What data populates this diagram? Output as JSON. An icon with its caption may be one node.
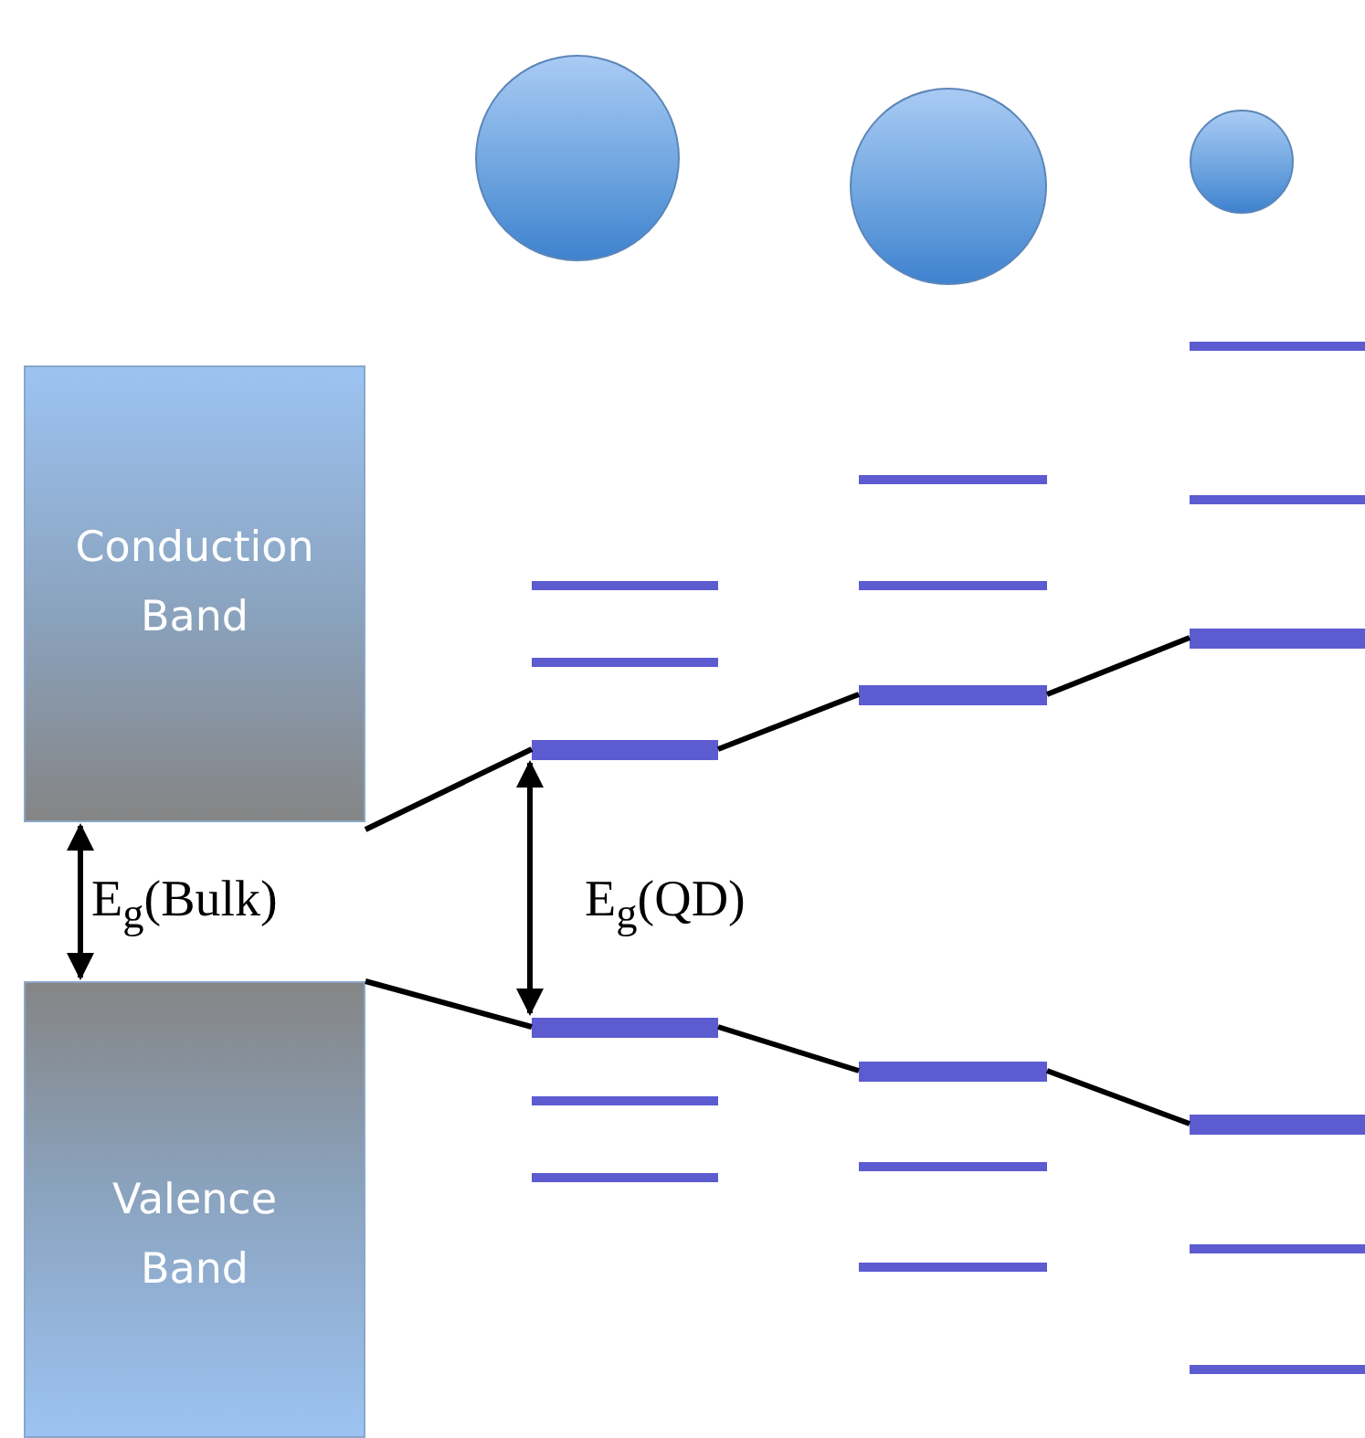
{
  "diagram": {
    "nodes": [
      {
        "text": [
          "Conduction Band"
        ]
      },
      {
        "text": [
          "Valence Band"
        ]
      },
      {
        "text": [],
        "shape": "circle"
      },
      {
        "text": [],
        "shape": "circle"
      },
      {
        "text": [],
        "shape": "circle"
      },
      {
        "text": [],
        "shape": "bar"
      },
      {
        "text": [],
        "shape": "bar"
      },
      {
        "text": [],
        "shape": "bar"
      },
      {
        "text": [],
        "shape": "bar"
      },
      {
        "text": [],
        "shape": "bar"
      },
      {
        "text": [],
        "shape": "bar"
      },
      {
        "text": [],
        "shape": "bar"
      },
      {
        "text": [],
        "shape": "bar"
      },
      {
        "text": [],
        "shape": "bar"
      },
      {
        "text": [],
        "shape": "bar"
      },
      {
        "text": [],
        "shape": "bar"
      },
      {
        "text": [],
        "shape": "bar"
      },
      {
        "text": [],
        "shape": "bar"
      },
      {
        "text": [],
        "shape": "bar"
      },
      {
        "text": [],
        "shape": "bar"
      },
      {
        "text": [],
        "shape": "bar"
      },
      {
        "text": [],
        "shape": "bar"
      },
      {
        "text": [],
        "shape": "bar"
      }
    ],
    "edges": [
      {
        "from": 0,
        "to": 7,
        "arrow": "none"
      },
      {
        "from": 7,
        "to": 13,
        "arrow": "none"
      },
      {
        "from": 13,
        "to": 19,
        "arrow": "none"
      },
      {
        "from": 1,
        "to": 8,
        "arrow": "none"
      },
      {
        "from": 8,
        "to": 14,
        "arrow": "none"
      },
      {
        "from": 14,
        "to": 20,
        "arrow": "none"
      },
      {
        "from": 0,
        "to": 1,
        "arrow": "both",
        "label": "E$_{g}$(Bulk)"
      },
      {
        "from": 7,
        "to": 8,
        "arrow": "both",
        "label": "E$_{g}$(QD)"
      }
    ]
  }
}
